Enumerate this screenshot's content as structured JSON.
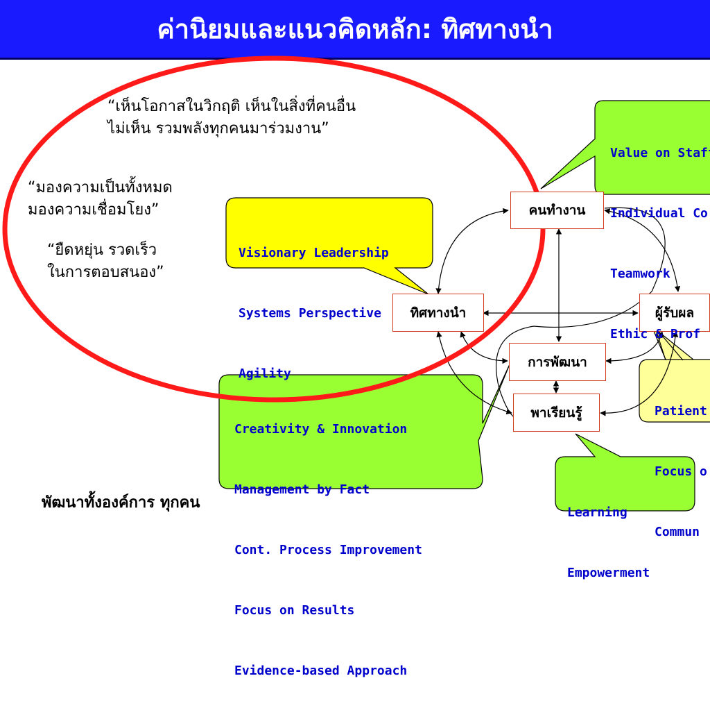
{
  "header": {
    "title": "ค่านิยมและแนวคิดหลัก: ทิศทางนำ"
  },
  "quotes": {
    "q1_line1": "“เห็นโอกาสในวิกฤติ  เห็นในสิ่งที่คนอื่น",
    "q1_line2": "ไม่เห็น รวมพลังทุกคนมาร่วมงาน”",
    "q2_line1": "“มองความเป็นทั้งหมด",
    "q2_line2": "มองความเชื่อมโยง”",
    "q3_line1": "“ยืดหยุ่น รวดเร็ว",
    "q3_line2": "ในการตอบสนอง”"
  },
  "nodes": {
    "people": "คนทำงาน",
    "direction": "ทิศทางนำ",
    "customer": "ผู้รับผล",
    "development": "การพัฒนา",
    "learning": "พาเรียนรู้"
  },
  "callouts": {
    "staff": [
      "Value on Staff",
      "Individual Co",
      "Teamwork",
      "Ethic & Prof"
    ],
    "leadership": [
      "Visionary Leadership",
      "Systems Perspective",
      "Agility"
    ],
    "improvement": [
      "Creativity & Innovation",
      "Management by Fact",
      "Cont. Process Improvement",
      "Focus on Results",
      "Evidence-based Approach"
    ],
    "patient": [
      "Patient",
      "Focus o",
      "Commun"
    ],
    "learning": [
      "Learning",
      "Empowerment"
    ]
  },
  "footer_text": "พัฒนาทั้งองค์การ  ทุกคน",
  "colors": {
    "title_bg": "#1a1aff",
    "yellow_callout": "#ffff00",
    "green_callout": "#99ff33",
    "light_yellow_callout": "#ffff99",
    "callout_text": "#0000cc",
    "ellipse": "#ff1a1a",
    "node_border": "#d04020"
  }
}
